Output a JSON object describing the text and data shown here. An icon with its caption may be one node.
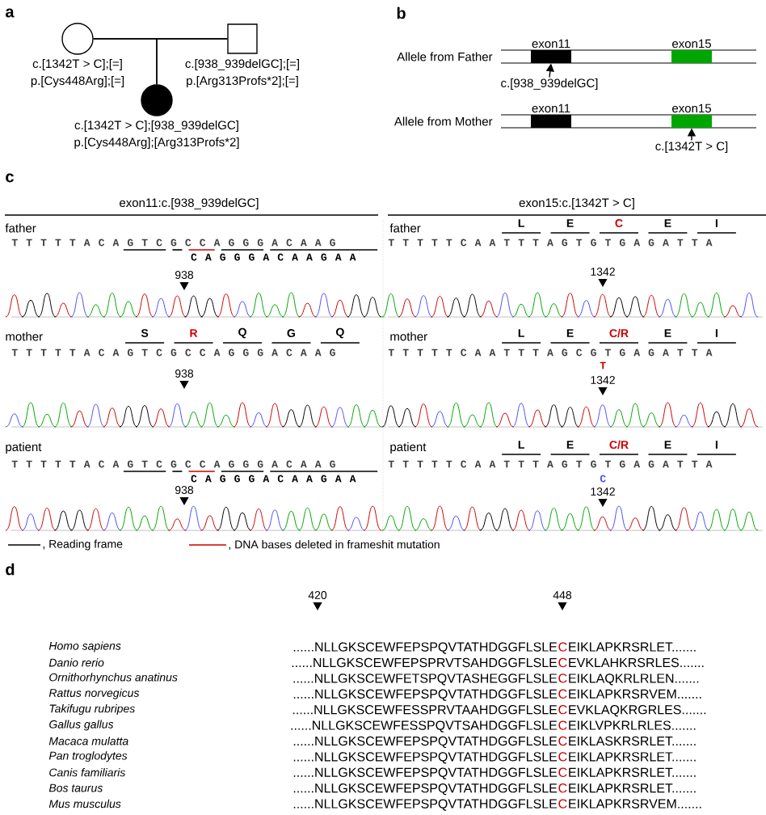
{
  "diagram": {
    "nodes": [
      {
        "text": [],
        "shape": "circle",
        "beside": [
          "c.[1342T > C];[=]",
          "p.[Cys448Arg];[=]"
        ]
      },
      {
        "text": [],
        "shape": "box",
        "beside": [
          "c.[938_939delGC];[=]",
          "p.[Arg313Profs*2];[=]"
        ]
      },
      {
        "text": [],
        "shape": "circle",
        "beside": [
          "c.[1342T > C];[938_939delGC]",
          "p.[Cys448Arg];[Arg313Profs*2]"
        ]
      },
      {
        "text": [
          "exon11"
        ]
      },
      {
        "text": [
          "exon15"
        ]
      },
      {
        "text": [
          "exon11"
        ]
      },
      {
        "text": [
          "exon15"
        ]
      },
      {
        "text": [
          "c.[938_939delGC]"
        ]
      },
      {
        "text": [
          "c.[1342T > C]"
        ]
      }
    ],
    "edges": [
      {
        "from": 0,
        "to": 1,
        "arrow": "none"
      },
      {
        "from": 0,
        "to": 2,
        "arrow": "none"
      },
      {
        "from": 1,
        "to": 2,
        "arrow": "none"
      },
      {
        "from": 7,
        "to": 3,
        "arrow": "to"
      },
      {
        "from": 8,
        "to": 6,
        "arrow": "to"
      }
    ],
    "labels": [
      "a",
      "b",
      "Allele from Father",
      "Allele from Mother",
      "c",
      "exon11:c.[938_939delGC]",
      "exon15:c.[1342T > C]",
      "father",
      "T T T T T A C A G T C G C C A G G G A C A A G",
      "C A G G G A C A A G A A",
      "938",
      "father",
      "L",
      "E",
      "C",
      "E",
      "I",
      "T T T T T C A A T T T A G T G T G A G A T T A",
      "1342",
      "mother",
      "S",
      "R",
      "Q",
      "G",
      "Q",
      "T T T T T A C A G T C G C C A G G G A C A A G",
      "938",
      "mother",
      "L",
      "E",
      "C/R",
      "E",
      "I",
      "T T T T T C A A T T T A G C G T G A G A T T A",
      "T",
      "1342",
      "patient",
      "T T T T T A C A G T C G C C A G G G A C A A G",
      "C A G G G A C A A G A A",
      "938",
      "patient",
      "L",
      "E",
      "C/R",
      "E",
      "I",
      "T T T T T C A A T T T A G T G T G A G A T T A",
      "C",
      "1342",
      "d",
      "420",
      "448",
      "Homo sapiens",
      "......NLLGKSCEWFEPSPQVTATHDGGFLSLE",
      "C",
      "EIKLAPKRSRLET.......",
      "Danio rerio",
      "......NLLGKSCEWFEPSPRVTSAHDGGFLSLE",
      "C",
      "EVKLAHKRSRLES.......",
      "Ornithorhynchus anatinus",
      "......NLLGKSCEWFETSPQVTASHEGGFLSLE",
      "C",
      "EIKLAQKRLRLEN.......",
      "Rattus norvegicus",
      "......NLLGKSCEWFEPSPQVTATHDGGFLSLE",
      "C",
      "EIKLAPKRSRVEM.......",
      "Takifugu rubripes",
      "......NLLGKSCEWFESSPRVTAAHDGGFLSLE",
      "C",
      "EVKLAQKRGRLES.......",
      "Gallus gallus",
      "......NLLGKSCEWFESSPQVTSAHDGGFLSLE",
      "C",
      "EIKLVPKRLRLES.......",
      "Macaca mulatta",
      "......NLLGKSCEWFEPSPQVTATHDGGFLSLE",
      "C",
      "EIKLASKRSRLET.......",
      "Pan troglodytes",
      "......NLLGKSCEWFEPSPQVTATHDGGFLSLE",
      "C",
      "EIKLAPKRSRLET.......",
      "Canis familiaris",
      "......NLLGKSCEWFEPSPQVTATHDGGFLSLE",
      "C",
      "EIKLAPKRSRLET.......",
      "Bos taurus",
      "......NLLGKSCEWFEPSPQVTATHDGGFLSLE",
      "C",
      "EIKLAPKRSRLET.......",
      "Mus musculus",
      "......NLLGKSCEWFEPSPQVTATHDGGFLSLE",
      "C",
      "EIKLAPKRSRVEM......."
    ],
    "legend": [
      {
        "text": ", Reading frame"
      },
      {
        "text": ", DNA bases deleted in frameshit mutation"
      }
    ]
  }
}
